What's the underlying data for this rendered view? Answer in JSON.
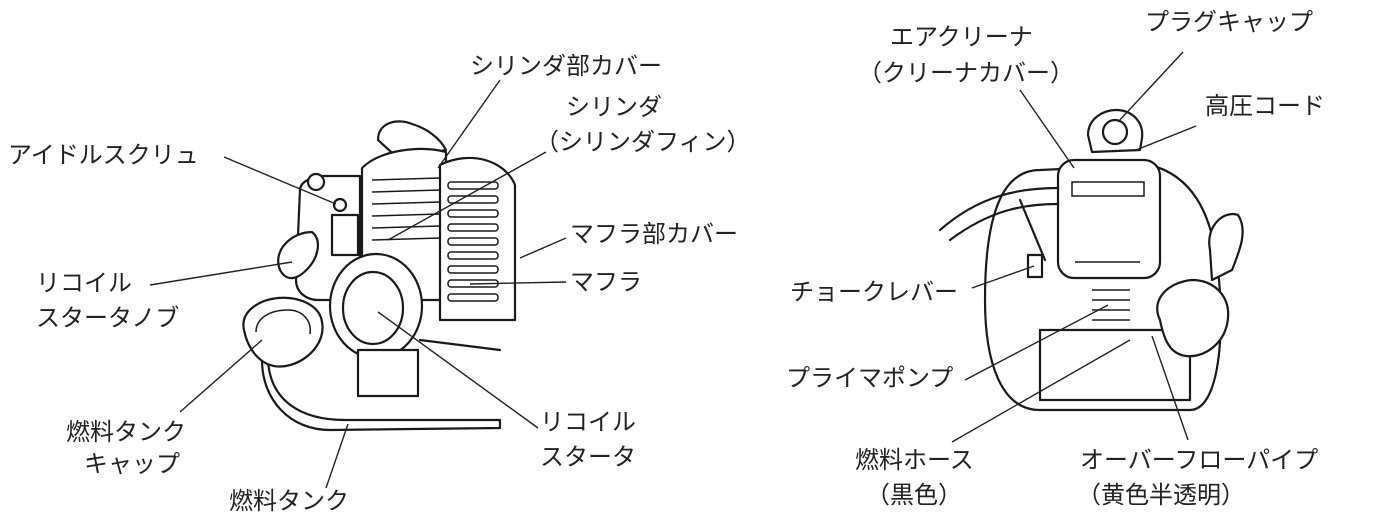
{
  "left_figure": {
    "labels": {
      "cylinder_cover": "シリンダ部カバー",
      "cylinder_1": "シリンダ",
      "cylinder_2": "（シリンダフィン）",
      "idle_screw": "アイドルスクリュ",
      "muffler_cover": "マフラ部カバー",
      "muffler": "マフラ",
      "recoil_knob_1": "リコイル",
      "recoil_knob_2": "スタータノブ",
      "fuel_cap_1": "燃料タンク",
      "fuel_cap_2": "キャップ",
      "recoil_starter_1": "リコイル",
      "recoil_starter_2": "スタータ",
      "fuel_tank": "燃料タンク"
    }
  },
  "right_figure": {
    "labels": {
      "air_cleaner_1": "エアクリーナ",
      "air_cleaner_2": "（クリーナカバー）",
      "plug_cap": "プラグキャップ",
      "hv_cord": "高圧コード",
      "choke_lever": "チョークレバー",
      "primer_pump": "プライマポンプ",
      "fuel_hose_1": "燃料ホース",
      "fuel_hose_2": "（黒色）",
      "overflow_pipe_1": "オーバーフローパイプ",
      "overflow_pipe_2": "（黄色半透明）"
    }
  },
  "colors": {
    "ink": "#1a1a1a",
    "background": "#ffffff"
  }
}
